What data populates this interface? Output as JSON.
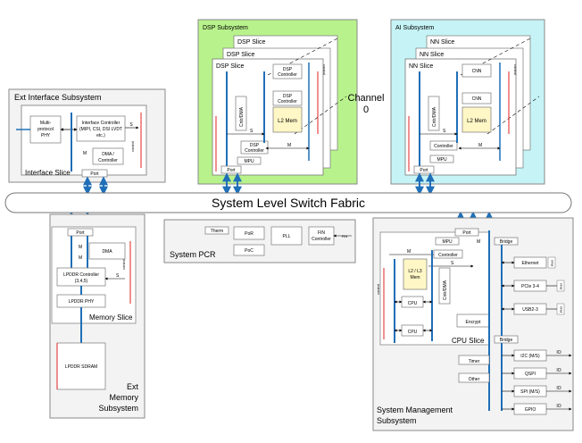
{
  "fabric": {
    "label": "System Level Switch Fabric"
  },
  "channel": {
    "line1": "Channel",
    "line2": "0"
  },
  "ext_interface": {
    "title": "Ext Interface Subsystem",
    "slice_label": "Interface Slice",
    "phy": [
      "Multi-",
      "protocol",
      "PHY"
    ],
    "controller": [
      "Interface Controller",
      "(MIPI, CSI, DSI LVDT",
      "etc.)"
    ],
    "dma": [
      "DMA /",
      "Controller"
    ],
    "port": "Port",
    "s": "S",
    "m": "M",
    "control": "control"
  },
  "dsp": {
    "title": "DSP Subsystem",
    "slice_labels": [
      "DSP Slice",
      "DSP Slice",
      "DSP Slice"
    ],
    "controller": [
      "DSP",
      "Controller"
    ],
    "dma": "Cntr/DMA",
    "l2mem": "L2 Mem",
    "mpu": "MPU",
    "port": "Port",
    "s": "S",
    "m": "M",
    "control": "control"
  },
  "ai": {
    "title": "AI Subsystem",
    "slice_labels": [
      "NN Slice",
      "NN Slice",
      "NN Slice"
    ],
    "cnn": "CNN",
    "dma": "Cntr/DMA",
    "l2mem": "L2 Mem",
    "controller": "Controller",
    "mpu": "MPU",
    "port": "Port",
    "s": "S",
    "m": "M",
    "control": "control"
  },
  "ext_memory": {
    "title": [
      "Ext",
      "Memory",
      "Subsystem"
    ],
    "slice_label": "Memory Slice",
    "port": "Port",
    "dma": "DMA",
    "lpddr_ctrl": [
      "LPDDR Controller",
      "(3,4,5)"
    ],
    "lpddr_phy": "LPDDR PHY",
    "lpddr_sdram": "LPDDR SDRAM",
    "s": "S",
    "m": "M",
    "control": "control"
  },
  "pcr": {
    "title": "System PCR",
    "therm": "Therm",
    "por": "PoR",
    "poc": "PoC",
    "pll": "PLL",
    "fin": [
      "FIN",
      "Controller"
    ],
    "fin_arrow": "FIN"
  },
  "sms": {
    "title": [
      "System Management",
      "Subsystem"
    ],
    "cpu_slice": "CPU Slice",
    "port": "Port",
    "mpu": "MPU",
    "controller": "Controller",
    "l2l3": [
      "L2 / L3",
      "Mem"
    ],
    "cpu": "CPU",
    "dma": "Cntr/DMA",
    "encrypt": "Encrypt",
    "bridge": "Bridge",
    "timer": "Timer",
    "other": "Other",
    "ethernet": "Ethernet",
    "pcie": "PCIe 3-4",
    "usb": "USB2-3",
    "i2c": "I2C (M/S)",
    "qspi": "QSPI",
    "spi": "SPI (M/S)",
    "gpio": "GPIO",
    "io": "IO",
    "phy": "PHY",
    "m": "M",
    "s": "S",
    "control": "control"
  },
  "colors": {
    "dsp_bg": "#b8f28c",
    "ai_bg": "#c6f4f6",
    "bus": "#1f6fb8",
    "mem_fill": "#fff7c6",
    "control": "#e02020",
    "panel_bg": "#f3f3f3"
  }
}
